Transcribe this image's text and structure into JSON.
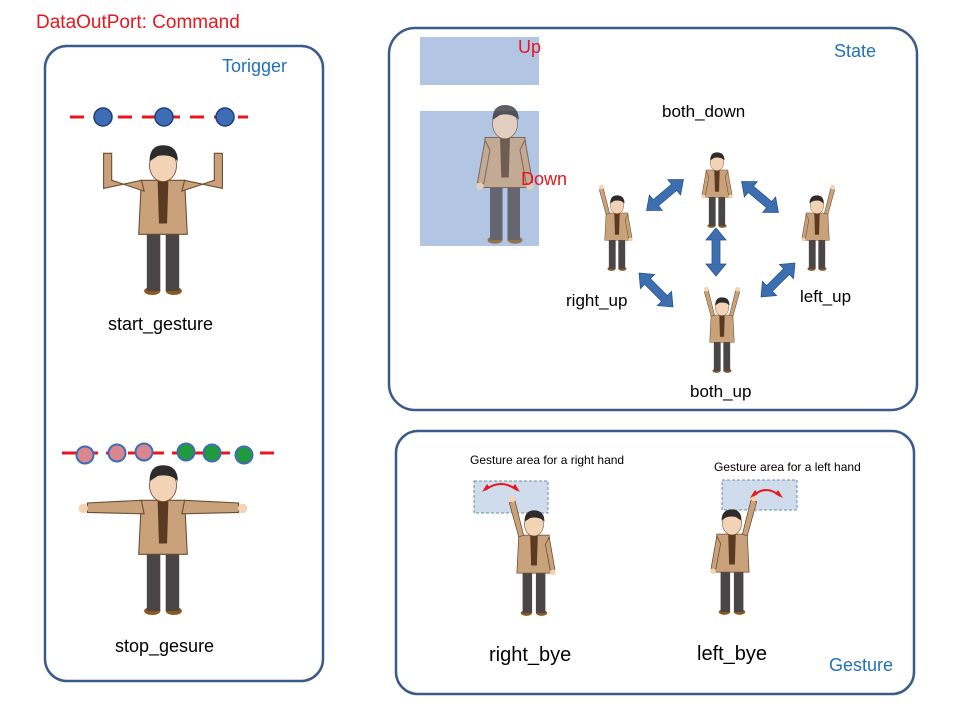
{
  "title": "DataOutPort: Command",
  "panels": {
    "trigger": {
      "heading": "Torigger",
      "start_label": "start_gesture",
      "stop_label": "stop_gesure"
    },
    "state": {
      "heading": "State",
      "up_label": "Up",
      "down_label": "Down",
      "both_down": "both_down",
      "right_up": "right_up",
      "left_up": "left_up",
      "both_up": "both_up"
    },
    "gesture": {
      "heading": "Gesture",
      "right_area_caption": "Gesture area for a right hand",
      "left_area_caption": "Gesture area for a left hand",
      "right_label": "right_bye",
      "left_label": "left_bye"
    }
  },
  "colors": {
    "title_red": "#e8161e",
    "panel_border": "#3a5a8c",
    "heading_blue": "#1f71b8",
    "arrow_blue": "#3d6fb0",
    "zone_blue": "#a4bbde",
    "jacket": "#c9a27c",
    "pants": "#4a4648",
    "marker_blue": "#3f6db5",
    "marker_pink": "#d9878f",
    "marker_green": "#1f9a3c"
  }
}
